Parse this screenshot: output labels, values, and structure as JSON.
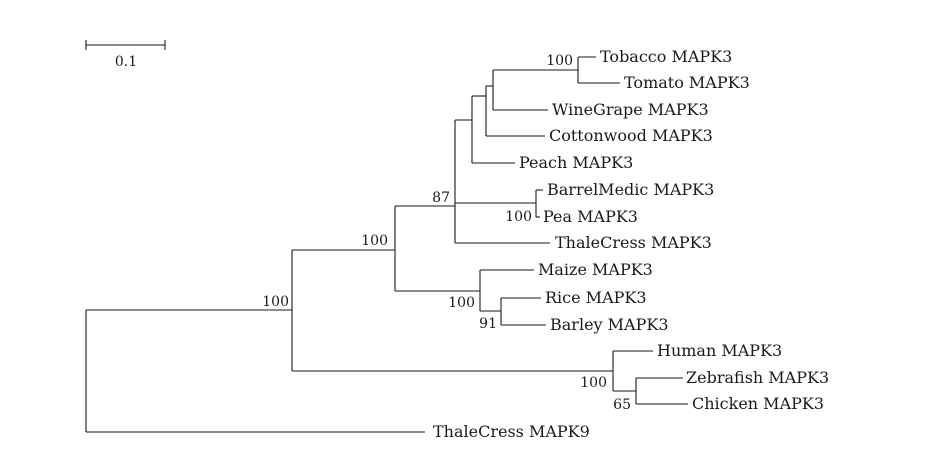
{
  "scale_bar": {
    "label": "0.1"
  },
  "leaves": [
    {
      "id": "tobacco",
      "label": "Tobacco MAPK3"
    },
    {
      "id": "tomato",
      "label": "Tomato MAPK3"
    },
    {
      "id": "winegrape",
      "label": "WineGrape MAPK3"
    },
    {
      "id": "cottonwood",
      "label": "Cottonwood MAPK3"
    },
    {
      "id": "peach",
      "label": "Peach MAPK3"
    },
    {
      "id": "barrelmedic",
      "label": "BarrelMedic MAPK3"
    },
    {
      "id": "pea",
      "label": "Pea MAPK3"
    },
    {
      "id": "thalecress3",
      "label": "ThaleCress MAPK3"
    },
    {
      "id": "maize",
      "label": "Maize MAPK3"
    },
    {
      "id": "rice",
      "label": "Rice MAPK3"
    },
    {
      "id": "barley",
      "label": "Barley MAPK3"
    },
    {
      "id": "human",
      "label": "Human MAPK3"
    },
    {
      "id": "zebrafish",
      "label": "Zebrafish MAPK3"
    },
    {
      "id": "chicken",
      "label": "Chicken MAPK3"
    },
    {
      "id": "thalecress9",
      "label": "ThaleCress MAPK9"
    }
  ],
  "support_values": [
    {
      "node": "tobacco-tomato",
      "value": "100"
    },
    {
      "node": "eudicots",
      "value": "87"
    },
    {
      "node": "land-plants",
      "value": "100"
    },
    {
      "node": "root-mapk3",
      "value": "100"
    },
    {
      "node": "barrelmedic-pea",
      "value": "100"
    },
    {
      "node": "monocots",
      "value": "100"
    },
    {
      "node": "rice-barley",
      "value": "91"
    },
    {
      "node": "vertebrates",
      "value": "100"
    },
    {
      "node": "zebrafish-chicken",
      "value": "65"
    }
  ]
}
